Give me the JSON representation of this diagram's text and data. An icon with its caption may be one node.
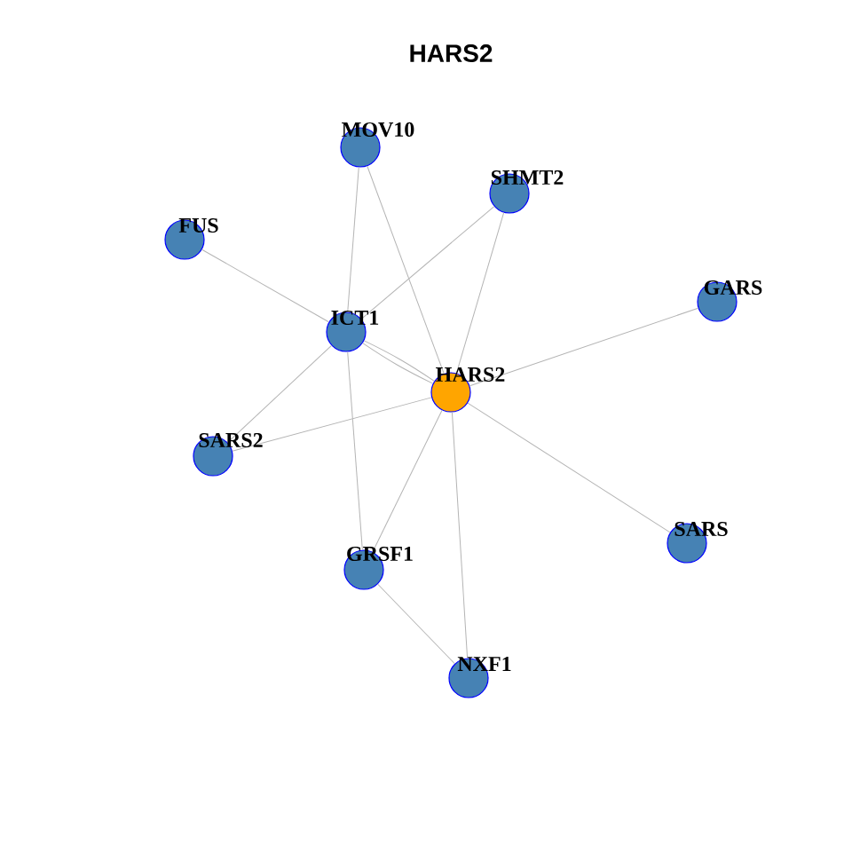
{
  "diagram": {
    "title": "HARS2",
    "nodes": [
      {
        "text": [
          "MOV10"
        ]
      },
      {
        "text": [
          "SHMT2"
        ]
      },
      {
        "text": [
          "FUS"
        ]
      },
      {
        "text": [
          "GARS"
        ]
      },
      {
        "text": [
          "ICT1"
        ]
      },
      {
        "text": [
          "HARS2"
        ]
      },
      {
        "text": [
          "SARS2"
        ]
      },
      {
        "text": [
          "SARS"
        ]
      },
      {
        "text": [
          "GRSF1"
        ]
      },
      {
        "text": [
          "NXF1"
        ]
      }
    ],
    "edges": [
      {
        "from": 0,
        "to": 4,
        "arrow": "none"
      },
      {
        "from": 0,
        "to": 5,
        "arrow": "none"
      },
      {
        "from": 1,
        "to": 4,
        "arrow": "none"
      },
      {
        "from": 1,
        "to": 5,
        "arrow": "none"
      },
      {
        "from": 2,
        "to": 4,
        "arrow": "none"
      },
      {
        "from": 4,
        "to": 5,
        "arrow": "none"
      },
      {
        "from": 5,
        "to": 4,
        "arrow": "none"
      },
      {
        "from": 4,
        "to": 6,
        "arrow": "none"
      },
      {
        "from": 4,
        "to": 8,
        "arrow": "none"
      },
      {
        "from": 5,
        "to": 3,
        "arrow": "none"
      },
      {
        "from": 5,
        "to": 6,
        "arrow": "none"
      },
      {
        "from": 5,
        "to": 7,
        "arrow": "none"
      },
      {
        "from": 5,
        "to": 8,
        "arrow": "none"
      },
      {
        "from": 5,
        "to": 9,
        "arrow": "none"
      },
      {
        "from": 8,
        "to": 9,
        "arrow": "none"
      }
    ]
  }
}
